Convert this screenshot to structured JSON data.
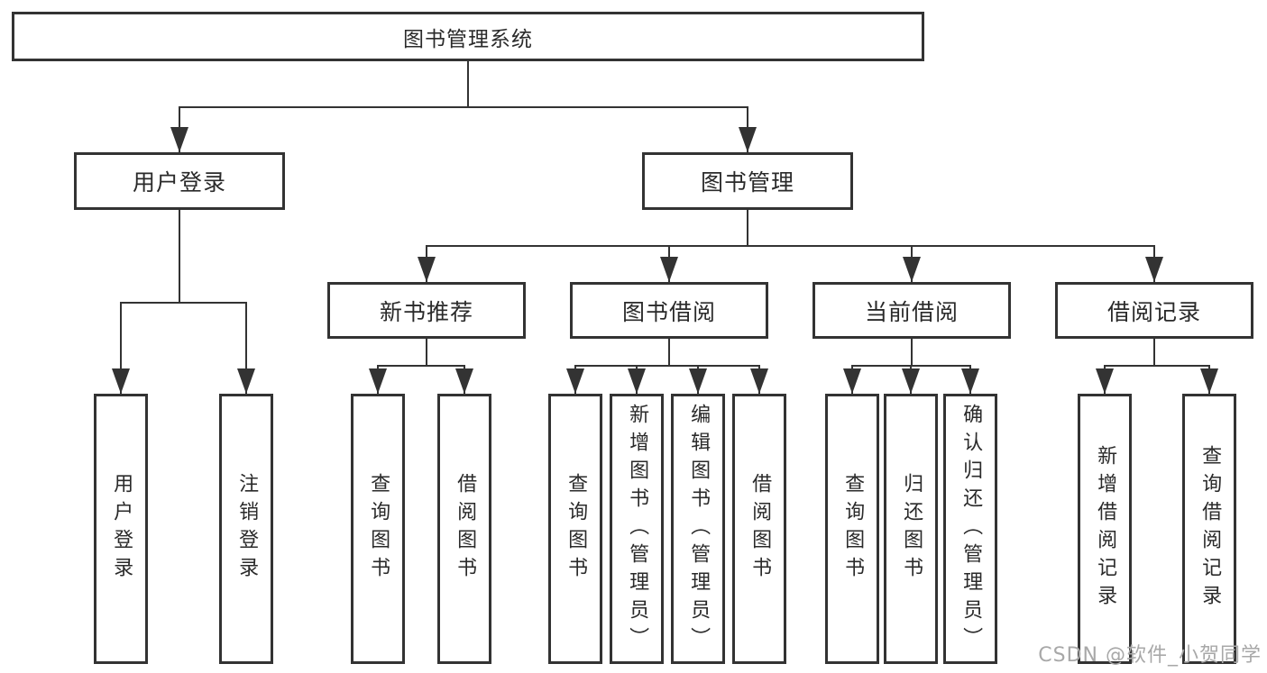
{
  "diagram": {
    "root": {
      "label": "图书管理系统"
    },
    "level2": [
      {
        "label": "用户登录"
      },
      {
        "label": "图书管理"
      }
    ],
    "level3": [
      {
        "label": "新书推荐"
      },
      {
        "label": "图书借阅"
      },
      {
        "label": "当前借阅"
      },
      {
        "label": "借阅记录"
      }
    ],
    "leaves": {
      "user_login": [
        {
          "label": "用户登录"
        },
        {
          "label": "注销登录"
        }
      ],
      "new_books": [
        {
          "label": "查询图书"
        },
        {
          "label": "借阅图书"
        }
      ],
      "book_borrow": [
        {
          "label": "查询图书"
        },
        {
          "label": "新增图书（管理员）"
        },
        {
          "label": "编辑图书（管理员）"
        },
        {
          "label": "借阅图书"
        }
      ],
      "current_borrow": [
        {
          "label": "查询图书"
        },
        {
          "label": "归还图书"
        },
        {
          "label": "确认归还（管理员）"
        }
      ],
      "borrow_records": [
        {
          "label": "新增借阅记录"
        },
        {
          "label": "查询借阅记录"
        }
      ]
    }
  },
  "watermark": {
    "text": "CSDN @软件_小贺同学"
  },
  "colors": {
    "line": "#333333",
    "text": "#2a2a2a",
    "background": "#ffffff",
    "watermark": "#a8a8a8"
  }
}
